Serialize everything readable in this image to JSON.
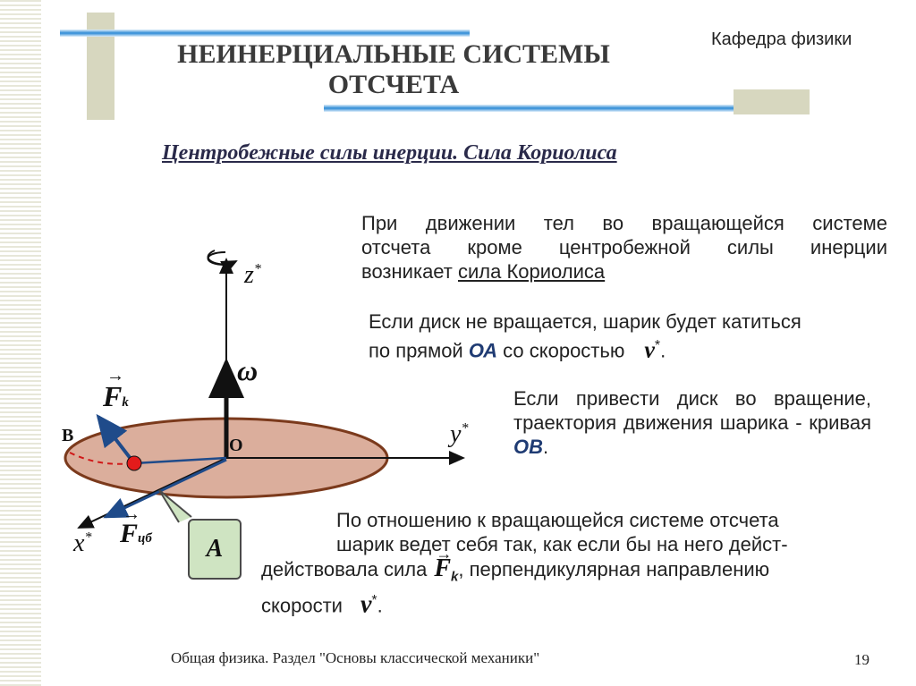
{
  "header": {
    "title_line1": "НЕИНЕРЦИАЛЬНЫЕ СИСТЕМЫ",
    "title_line2": "ОТСЧЕТА",
    "department": "Кафедра физики"
  },
  "subtitle": "Центробежные силы инерции. Сила Кориолиса",
  "paragraph1": {
    "line1": "При движении тел во вращающейся системе",
    "line2": "отсчета кроме центробежной силы инерции",
    "line3_pre": "возникает ",
    "line3_link": "сила Кориолиса"
  },
  "paragraph2": {
    "line1": "Если диск не вращается, шарик будет катиться",
    "line2_pre": "по прямой ",
    "line2_oa": "ОА",
    "line2_post": " со скоростью",
    "v_symbol": "v",
    "v_star": "*",
    "end": "."
  },
  "paragraph3": {
    "text_pre": "Если привести диск во вращение, траектория движения шарика - кривая ",
    "ob": "ОВ",
    "end": "."
  },
  "paragraph4": {
    "line1": "По отношению к вращающейся системе отсчета",
    "line2": "шарик ведет себя так, как если бы на него дейст-",
    "line3_pre": "действовала сила",
    "f_symbol": "F",
    "f_sub": "k",
    "line3_post": ", перпендикулярная направлению",
    "line4_pre": "скорости",
    "v_symbol": "v",
    "v_star": "*",
    "end": "."
  },
  "diagram": {
    "z_label": "z",
    "y_label": "y",
    "x_label": "x",
    "star": "*",
    "omega_label": "ω",
    "origin_label": "O",
    "point_b_label": "B",
    "fk_symbol": "F",
    "fk_sub": "k",
    "fcb_symbol": "F",
    "fcb_sub": "цб",
    "callout_label": "A",
    "colors": {
      "disk_fill": "#dbae9c",
      "disk_stroke": "#7b3a1c",
      "ball": "#e31b1b",
      "arrow": "#1f4b8a"
    }
  },
  "footer": {
    "text": "Общая физика. Раздел \"Основы классической механики\"",
    "page_number": "19"
  }
}
